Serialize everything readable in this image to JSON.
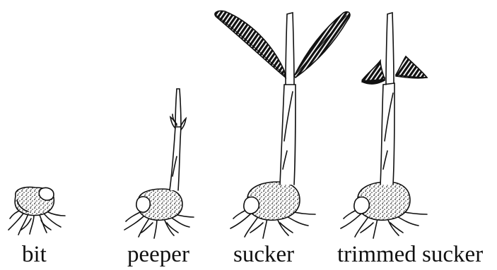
{
  "stages": [
    {
      "id": "bit",
      "label": "bit",
      "icon": "corm-bit-icon"
    },
    {
      "id": "peeper",
      "label": "peeper",
      "icon": "peeper-plant-icon"
    },
    {
      "id": "sucker",
      "label": "sucker",
      "icon": "sucker-plant-icon"
    },
    {
      "id": "trimmed",
      "label": "trimmed sucker",
      "icon": "trimmed-sucker-plant-icon"
    }
  ],
  "colors": {
    "ink": "#111111",
    "background": "#ffffff"
  }
}
